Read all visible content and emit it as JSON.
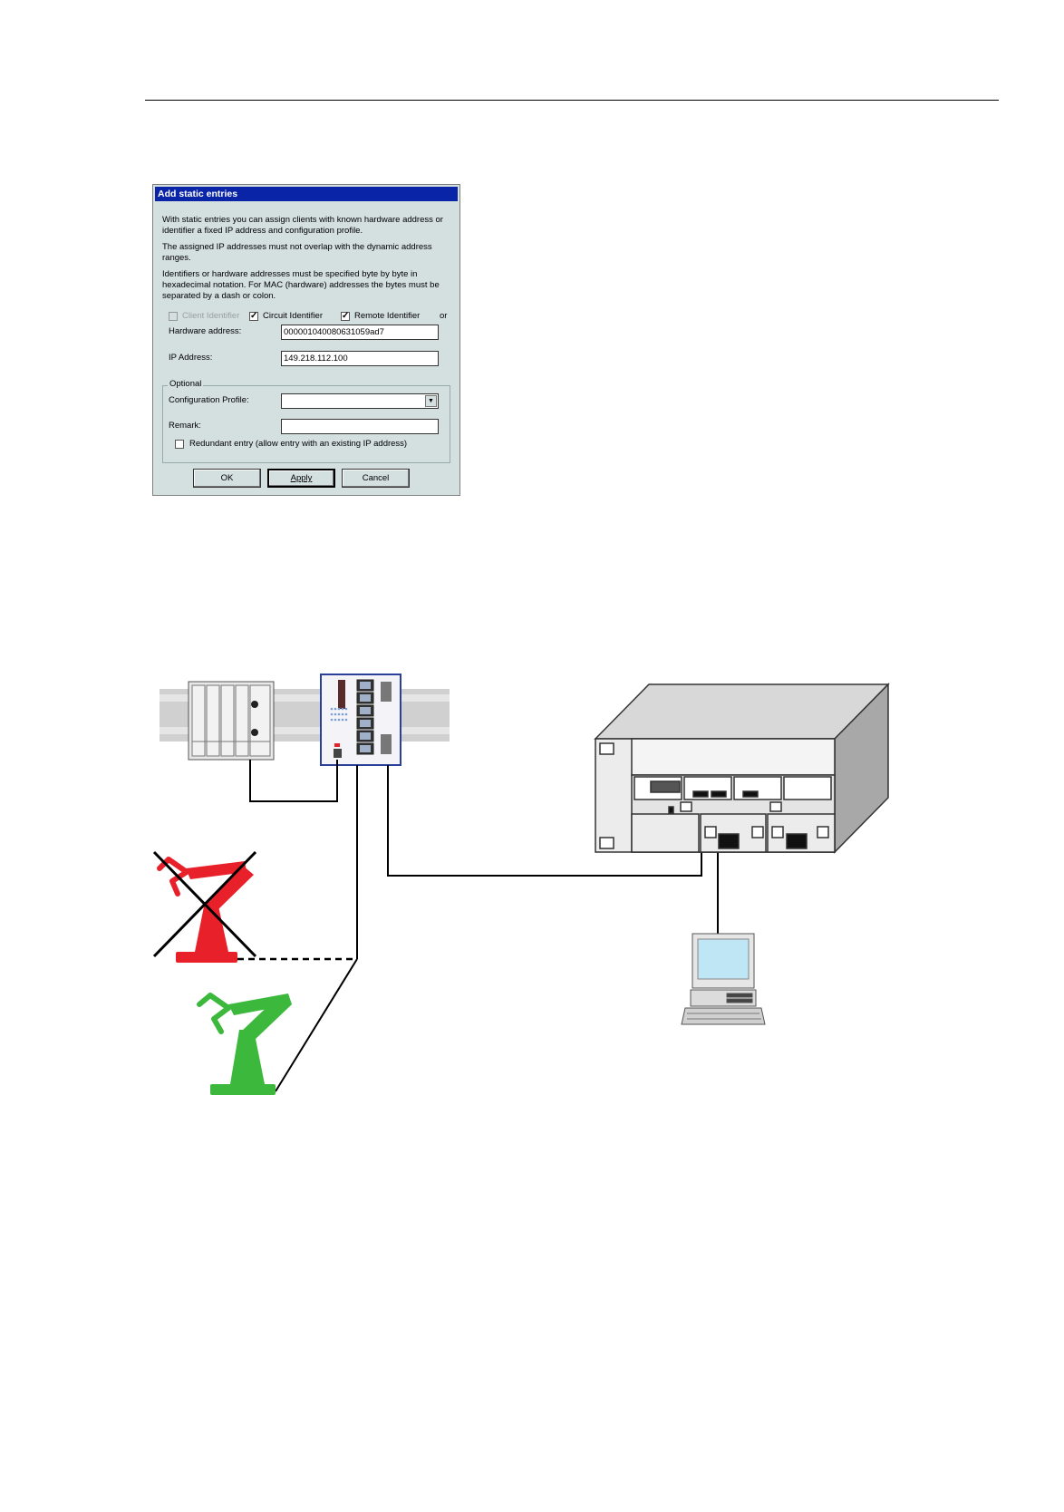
{
  "dialog": {
    "title": "Add static entries",
    "intro": "With static entries you can assign clients with known hardware address or identifier a fixed IP address and configuration profile.",
    "note_overlap": "The assigned IP addresses must not overlap with the dynamic address ranges.",
    "note_format": "Identifiers or hardware addresses must be specified byte by byte in hexadecimal notation. For MAC (hardware) addresses the bytes must be separated by a dash or colon.",
    "client_identifier_label": "Client Identifier",
    "circuit_identifier_label": "Circuit Identifier",
    "remote_identifier_label": "Remote Identifier",
    "or_label": "or",
    "hardware_address_label": "Hardware address:",
    "hardware_address_value": "000001040080631059ad7",
    "ip_address_label": "IP Address:",
    "ip_address_value": "149.218.112.100",
    "optional_label": "Optional",
    "configuration_profile_label": "Configuration Profile:",
    "configuration_profile_value": "",
    "remark_label": "Remark:",
    "remark_value": "",
    "redundant_label": "Redundant entry (allow entry with an existing IP address)",
    "ok_label": "OK",
    "apply_label": "Apply",
    "cancel_label": "Cancel",
    "client_identifier_checked": false,
    "circuit_identifier_checked": true,
    "remote_identifier_checked": true,
    "redundant_checked": false
  },
  "colors": {
    "titlebar": "#0a24a8",
    "dialog_bg": "#d4dfe0",
    "robot_failed": "#e8202a",
    "robot_replacement": "#3cb93c",
    "switch_border": "#2a3f9a"
  }
}
